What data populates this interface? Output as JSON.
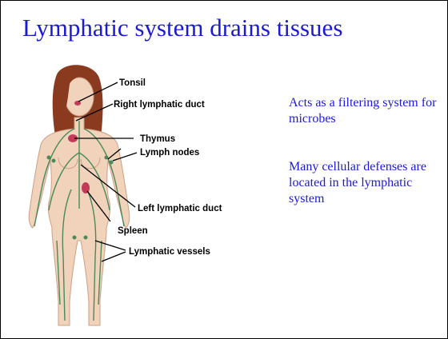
{
  "slide": {
    "title": "Lymphatic system drains tissues",
    "paragraphs": [
      "Acts as a filtering system for microbes",
      "Many cellular defenses are located in the lymphatic system"
    ],
    "text_color": "#1a1ad6"
  },
  "figure": {
    "labels": {
      "tonsil": "Tonsil",
      "right_lymphatic_duct": "Right lymphatic duct",
      "thymus": "Thymus",
      "lymph_nodes": "Lymph nodes",
      "left_lymphatic_duct": "Left lymphatic duct",
      "spleen": "Spleen",
      "lymphatic_vessels": "Lymphatic vessels"
    },
    "colors": {
      "skin": "#f1d3bc",
      "hair": "#8a3a1e",
      "vessel": "#4a8a5a",
      "organ": "#c23c5a"
    }
  }
}
